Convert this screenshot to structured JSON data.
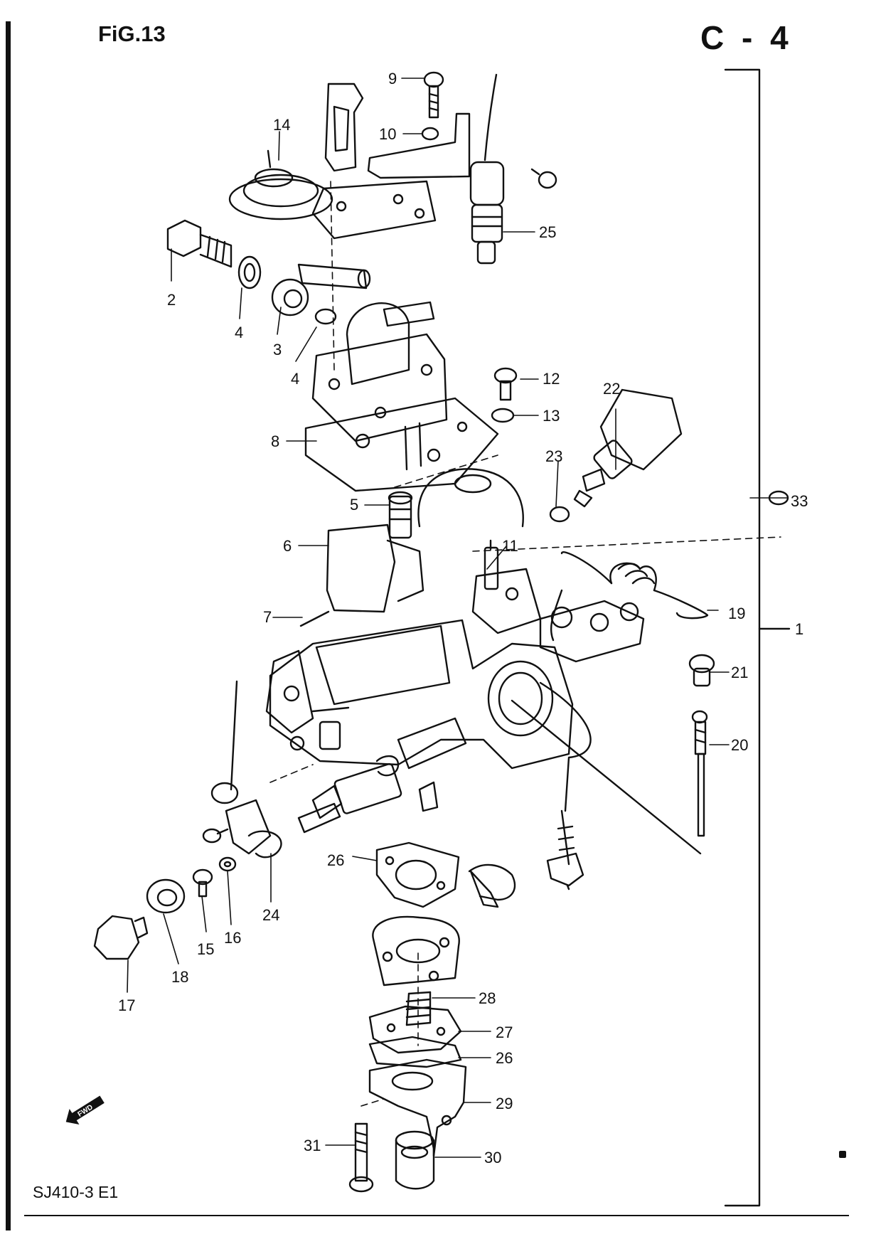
{
  "header": {
    "figure": "FiG.13",
    "page_code": "C - 4"
  },
  "footer": {
    "model_code": "SJ410-3 E1",
    "fwd_marker": "FWD"
  },
  "callouts": {
    "c1": "1",
    "c2": "2",
    "c3": "3",
    "c4a": "4",
    "c4b": "4",
    "c5": "5",
    "c6": "6",
    "c7": "7",
    "c8": "8",
    "c9": "9",
    "c10": "10",
    "c11": "11",
    "c12": "12",
    "c13": "13",
    "c14": "14",
    "c15": "15",
    "c16": "16",
    "c17": "17",
    "c18": "18",
    "c19": "19",
    "c20": "20",
    "c21": "21",
    "c22": "22",
    "c23": "23",
    "c24": "24",
    "c25": "25",
    "c26a": "26",
    "c26b": "26",
    "c27": "27",
    "c28": "28",
    "c29": "29",
    "c30": "30",
    "c31": "31",
    "c33": "33"
  },
  "colors": {
    "ink": "#111111",
    "paper": "#ffffff"
  }
}
